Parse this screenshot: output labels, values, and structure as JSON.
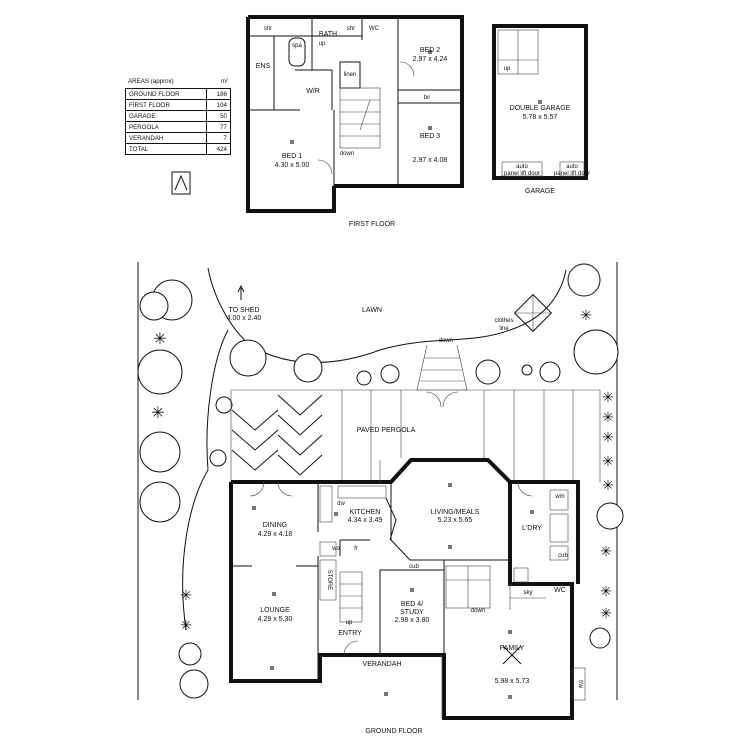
{
  "areas": {
    "title": "AREAS (approx)",
    "unit": "m²",
    "rows": [
      {
        "label": "GROUND FLOOR",
        "value": "186"
      },
      {
        "label": "FIRST FLOOR",
        "value": "104"
      },
      {
        "label": "GARAGE",
        "value": "50"
      },
      {
        "label": "PERGOLA",
        "value": "77"
      },
      {
        "label": "VERANDAH",
        "value": "7"
      },
      {
        "label": "TOTAL",
        "value": "424"
      }
    ]
  },
  "first_floor": {
    "caption": "FIRST FLOOR",
    "shr1": "shr",
    "spa": "spa",
    "bath": "BATH",
    "up": "up",
    "shr2": "shr",
    "wc": "WC",
    "ens": "ENS",
    "linen": "linen",
    "wir": "W/R",
    "down": "down",
    "bir": "bir",
    "bed2": "BED 2",
    "bed2_size": "2.97 x 4.24",
    "bed3": "BED 3",
    "bed3_size": "2.97 x 4.08",
    "bed1": "BED 1",
    "bed1_size": "4.30 x 5.00"
  },
  "garage": {
    "caption": "GARAGE",
    "up": "up",
    "name": "DOUBLE GARAGE",
    "size": "5.78 x 5.57",
    "door1a": "auto",
    "door1b": "panel lift door",
    "door2a": "auto",
    "door2b": "panel lift door"
  },
  "ground_floor": {
    "caption": "GROUND FLOOR",
    "lawn": "LAWN",
    "to_shed": "TO SHED",
    "shed_size": "4.00 x 2.40",
    "clothes1": "clothes",
    "clothes2": "line",
    "down_top": "down",
    "pergola": "PAVED PERGOLA",
    "dining": "DINING",
    "dining_size": "4.29 x 4.18",
    "kitchen": "KITCHEN",
    "kitchen_size": "4.34 x 3.49",
    "dw": "dw",
    "wo": "wo",
    "fr": "fr",
    "living": "LIVING/MEALS",
    "living_size": "5.23 x 5.65",
    "wm": "wm",
    "ldry": "L'DRY",
    "cub1": "cub",
    "lounge": "LOUNGE",
    "lounge_size": "4.29 x 5.30",
    "store": "STORE",
    "up": "up",
    "entry": "ENTRY",
    "cub2": "cub",
    "bed4": "BED 4/",
    "study": "STUDY",
    "bed4_size": "2.98 x 3.80",
    "down_stair": "down",
    "sky": "sky",
    "wc": "WC",
    "verandah": "VERANDAH",
    "family": "FAMILY",
    "family_size": "5.98 x 5.73",
    "tv": "t/w"
  }
}
